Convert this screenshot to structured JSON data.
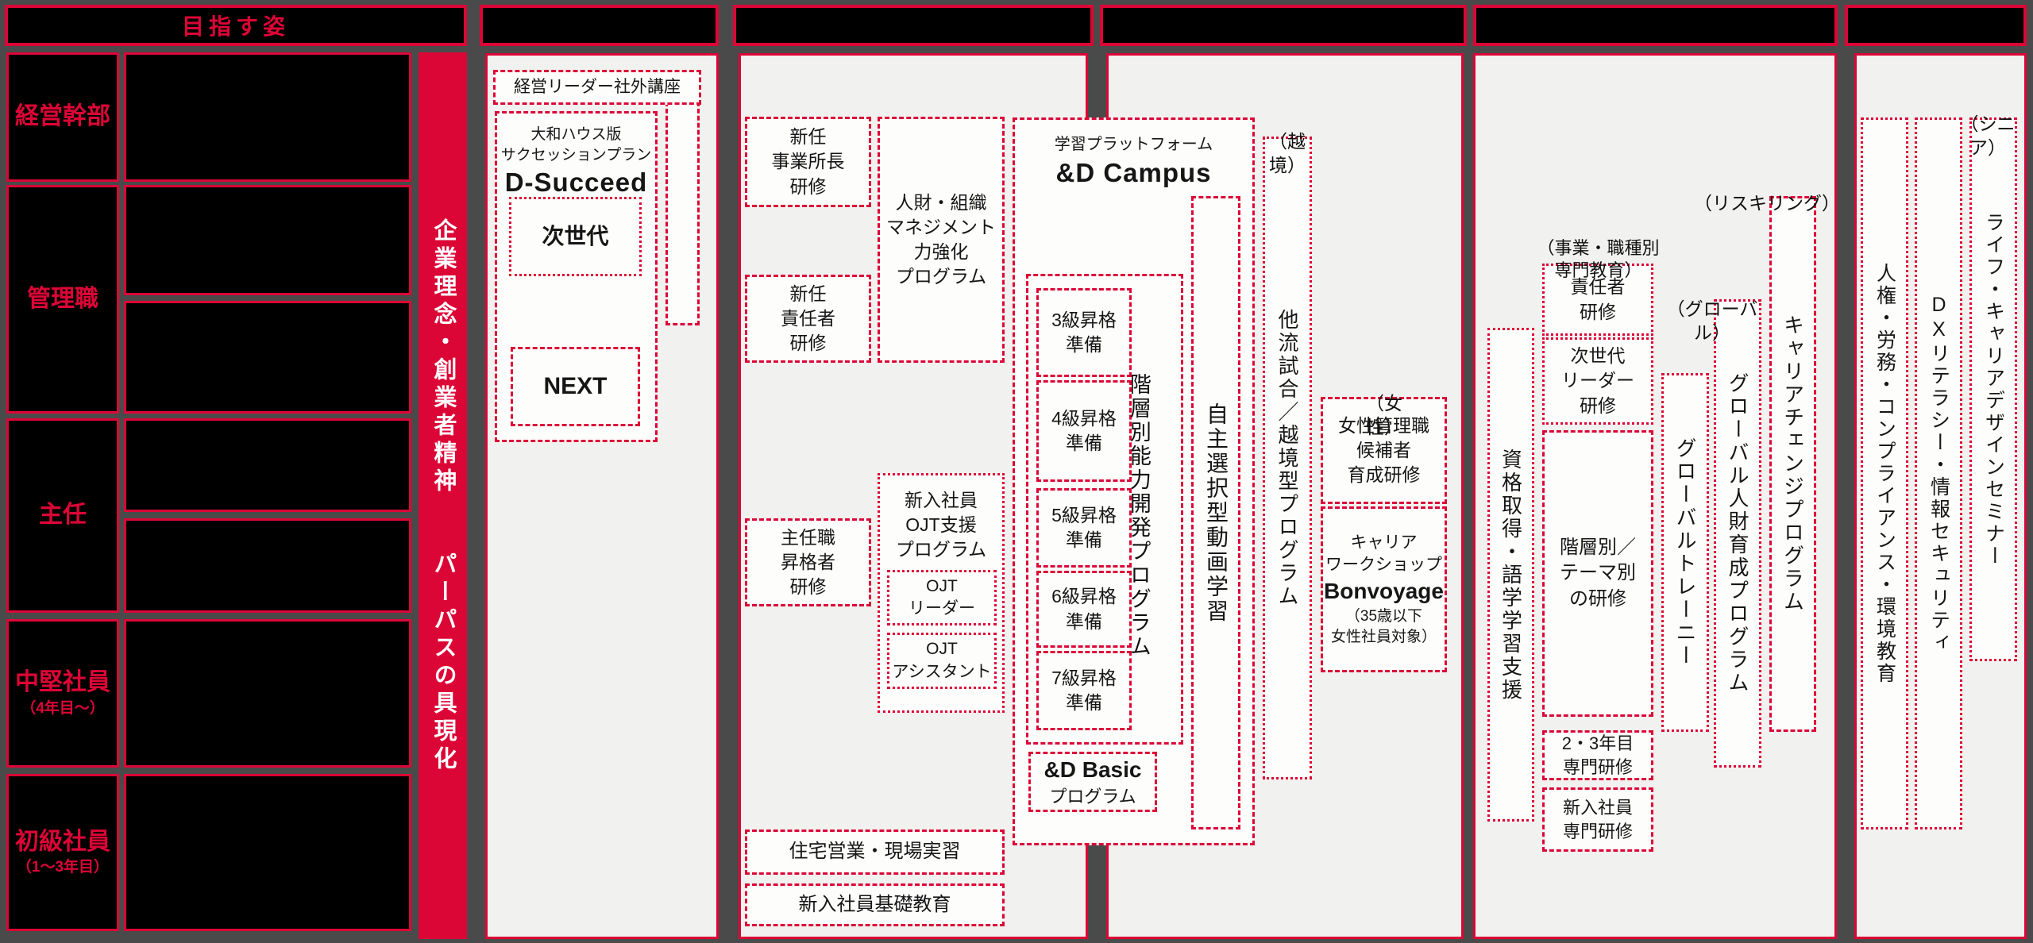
{
  "palette": {
    "red": "#dc0636",
    "dark_bg": "#4a4a4a",
    "black": "#000000",
    "area_bg": "#f1f1ef",
    "white_box": "#fdfdfc"
  },
  "header": {
    "goal": "目指す姿"
  },
  "left_panel": {
    "purpose_bar": "企業理念・創業者精神　　パーパスの具現化",
    "levels": [
      {
        "label": "経営幹部",
        "sub": ""
      },
      {
        "label": "管理職",
        "sub": ""
      },
      {
        "label": "主任",
        "sub": ""
      },
      {
        "label": "中堅社員",
        "sub": "（4年目～）"
      },
      {
        "label": "初級社員",
        "sub": "（1～3年目）"
      }
    ]
  },
  "succession": {
    "external_course": "経営リーダー社外講座",
    "plan_title": "大和ハウス版\nサクセッションプラン",
    "plan_name": "D-Succeed",
    "next_gen": "次世代",
    "next": "NEXT"
  },
  "management": {
    "new_office_head": "新任\n事業所長\n研修",
    "hr_org_program": "人財・組織\nマネジメント\n力強化\nプログラム",
    "new_manager": "新任\n責任者\n研修",
    "chief_promotion": "主任職\n昇格者\n研修",
    "ojt_program": "新入社員\nOJT支援\nプログラム",
    "ojt_leader": "OJT\nリーダー",
    "ojt_assistant": "OJT\nアシスタント",
    "housing_field": "住宅営業・現場実習",
    "newbie_basic": "新入社員基礎教育"
  },
  "campus": {
    "platform_label": "学習プラットフォーム",
    "name": "&D Campus",
    "tier_program": "階層別能力開発プログラム",
    "grades": [
      "3級昇格\n準備",
      "4級昇格\n準備",
      "5級昇格\n準備",
      "6級昇格\n準備",
      "7級昇格\n準備"
    ],
    "self_select": "自主選択型動画学習",
    "basic_name": "&D Basic",
    "basic_sub": "プログラム"
  },
  "cross_border": {
    "label": "（越境）",
    "program": "他流試合／越境型プログラム",
    "women_label": "（女性）",
    "women_training": "女性管理職\n候補者\n育成研修",
    "career_ws_title": "キャリア\nワークショップ",
    "career_ws_name": "Bonvoyage",
    "career_ws_sub": "（35歳以下\n女性社員対象）"
  },
  "specialty": {
    "reskilling_label": "（リスキリング）",
    "career_change": "キャリアチェンジプログラム",
    "edu_label": "（事業・職種別\n専門教育）",
    "manager_training": "責任者\n研修",
    "next_leader": "次世代\nリーダー\n研修",
    "global_label": "（グローバル）",
    "global_trainee": "グローバルトレーニー",
    "global_hr": "グローバル人財育成プログラム",
    "tier_theme": "階層別／\nテーマ別\nの研修",
    "qualification": "資格取得・語学学習支援",
    "year23": "2・3年目\n専門研修",
    "newbie_specialty": "新入社員\n専門研修"
  },
  "common_edu": {
    "senior_label": "（シニア）",
    "life_career": "ライフ・キャリアデザインセミナー",
    "dx_literacy": "DXリテラシー・情報セキュリティ",
    "human_rights": "人権・労務・コンプライアンス・環境教育"
  }
}
